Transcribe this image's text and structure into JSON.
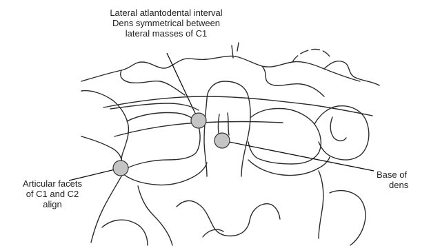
{
  "labels": {
    "lateral_interval": {
      "line1": "Lateral atlantodental interval",
      "line2": "Dens symmetrical between",
      "line3": "lateral masses of C1"
    },
    "articular_facets": {
      "line1": "Articular facets",
      "line2": "of C1 and C2",
      "line3": "align"
    },
    "base_of_dens": {
      "line1": "Base of",
      "line2": "dens"
    }
  },
  "colors": {
    "marker_fill": "#c4c4c4",
    "outline": "#2b2b2b",
    "text": "#222222"
  }
}
